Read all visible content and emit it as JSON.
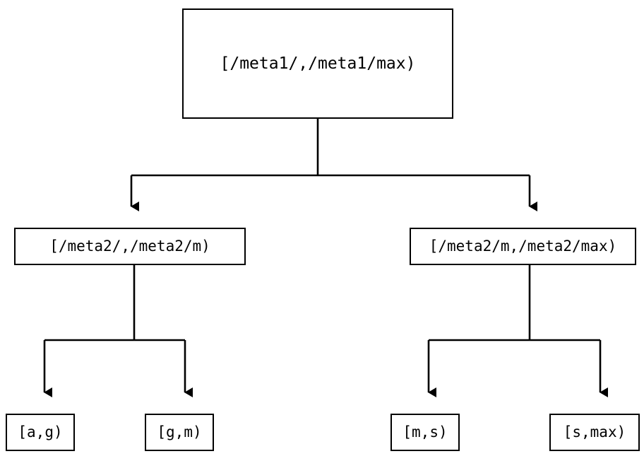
{
  "diagram": {
    "type": "tree",
    "orientation": "top-down",
    "background_color": "#ffffff",
    "line_color": "#000000",
    "text_color": "#000000",
    "edge_arrowhead": "filled-triangle-down",
    "nodes": {
      "root": {
        "id": "root",
        "label": "[/meta1/,/meta1/max)",
        "level": 0
      },
      "mid_left": {
        "id": "mid-left",
        "label": "[/meta2/,/meta2/m)",
        "level": 1
      },
      "mid_right": {
        "id": "mid-right",
        "label": "[/meta2/m,/meta2/max)",
        "level": 1
      },
      "leaf_ag": {
        "id": "leaf-a-g",
        "label": "[a,g)",
        "level": 2
      },
      "leaf_gm": {
        "id": "leaf-g-m",
        "label": "[g,m)",
        "level": 2
      },
      "leaf_ms": {
        "id": "leaf-m-s",
        "label": "[m,s)",
        "level": 2
      },
      "leaf_smax": {
        "id": "leaf-s-max",
        "label": "[s,max)",
        "level": 2
      }
    },
    "edges": [
      {
        "from": "root",
        "to": "mid_left"
      },
      {
        "from": "root",
        "to": "mid_right"
      },
      {
        "from": "mid_left",
        "to": "leaf_ag"
      },
      {
        "from": "mid_left",
        "to": "leaf_gm"
      },
      {
        "from": "mid_right",
        "to": "leaf_ms"
      },
      {
        "from": "mid_right",
        "to": "leaf_smax"
      }
    ]
  }
}
